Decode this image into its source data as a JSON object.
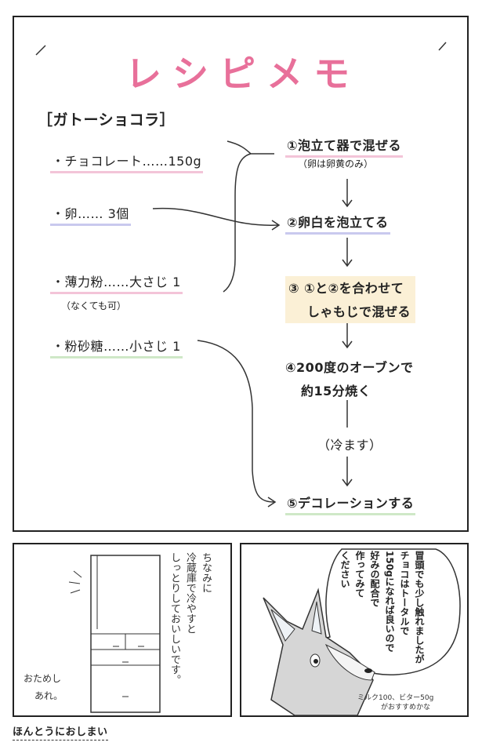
{
  "title": "レシピメモ",
  "recipe_name": "［ガトーショコラ］",
  "ingredients": [
    {
      "label": "・チョコレート……150g",
      "note": "",
      "color": "#f3c4d8"
    },
    {
      "label": "・卵…… 3個",
      "note": "",
      "color": "#c9c9ee"
    },
    {
      "label": "・薄力粉……大さじ 1",
      "note": "（なくても可）",
      "color": "#f3c4d8"
    },
    {
      "label": "・粉砂糖……小さじ 1",
      "note": "",
      "color": "#cfe8c7"
    }
  ],
  "steps": {
    "s1": "①泡立て器で混ぜる",
    "s1_note": "（卵は卵黄のみ）",
    "s2": "②卵白を泡立てる",
    "s3_line1": "③ ①と②を合わせて",
    "s3_line2": "しゃもじで混ぜる",
    "s4_line1": "④200度のオーブンで",
    "s4_line2": "約15分焼く",
    "cool": "（冷ます）",
    "s5": "⑤デコレーションする"
  },
  "colors": {
    "pink": "#f3c4d8",
    "lavender": "#c9c9ee",
    "cream": "#fbf0d6",
    "green": "#cfe8c7",
    "title": "#e8709a"
  },
  "panel_left": {
    "note_vertical": [
      "ちなみに",
      "冷蔵庫で冷やすと",
      "しっとりしておいしいです。"
    ],
    "side_text": [
      "おためし",
      "あれ。"
    ]
  },
  "panel_right": {
    "speech": [
      "冒頭でも少し触れましたが",
      "チョコはトータルで",
      "150gになれば良いので",
      "好みの配合で",
      "作ってみて",
      "ください"
    ],
    "caption_line1": "ミルク100、ビター50g",
    "caption_line2": "がおすすめかな"
  },
  "footer": "ほんとうにおしまい"
}
